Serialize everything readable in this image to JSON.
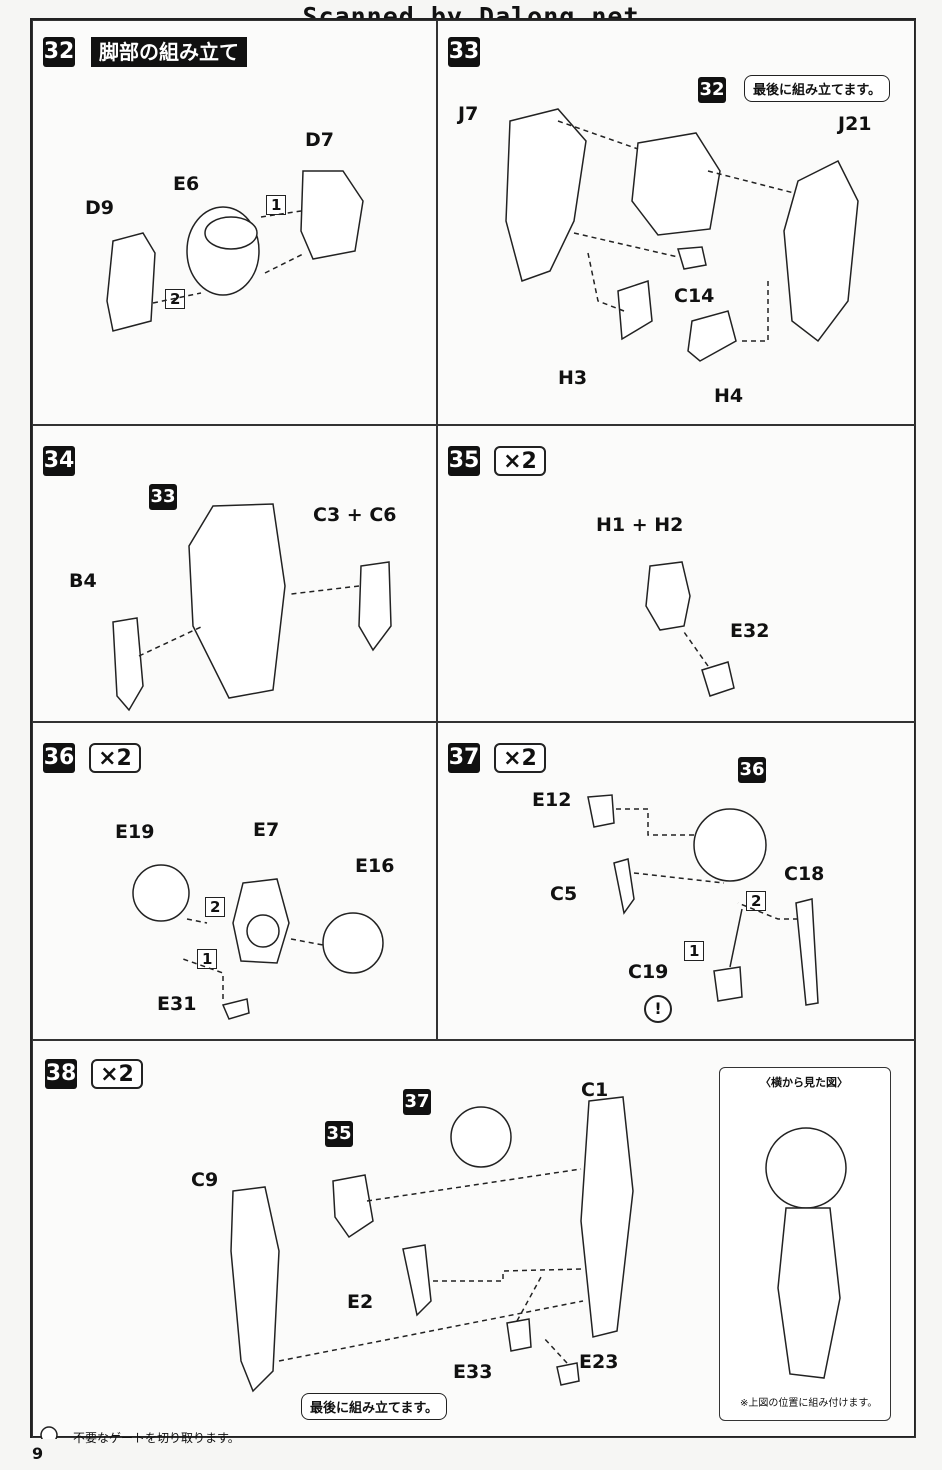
{
  "watermark": "Scanned by Dalong.net",
  "page_number": "9",
  "steps": [
    {
      "num": "32",
      "title": "脚部の組み立て",
      "labels": [
        "D7",
        "E6",
        "D9",
        "1",
        "2"
      ]
    },
    {
      "num": "33",
      "callout": "最後に組み立てます。",
      "ref": "32",
      "labels": [
        "J7",
        "J21",
        "C14",
        "H3",
        "H4"
      ]
    },
    {
      "num": "34",
      "ref": "33",
      "labels": [
        "C3 + C6",
        "B4"
      ]
    },
    {
      "num": "35",
      "multiplier": "×2",
      "labels": [
        "H1 + H2",
        "E32"
      ]
    },
    {
      "num": "36",
      "multiplier": "×2",
      "labels": [
        "E19",
        "E7",
        "E16",
        "E31",
        "1",
        "2"
      ]
    },
    {
      "num": "37",
      "multiplier": "×2",
      "ref": "36",
      "labels": [
        "E12",
        "C5",
        "C18",
        "C19",
        "1",
        "2",
        "!"
      ]
    },
    {
      "num": "38",
      "multiplier": "×2",
      "refs": [
        "37",
        "35"
      ],
      "callout": "最後に組み立てます。",
      "labels": [
        "C1",
        "C9",
        "E2",
        "E33",
        "E23"
      ],
      "side_view": {
        "title": "〈横から見た図〉",
        "note": "※上図の位置に組み付けます。"
      },
      "gate_note": "不要なゲートを切り取ります。"
    }
  ],
  "colors": {
    "ink": "#111111",
    "paper": "#fbfbfa",
    "frame": "#222222"
  }
}
